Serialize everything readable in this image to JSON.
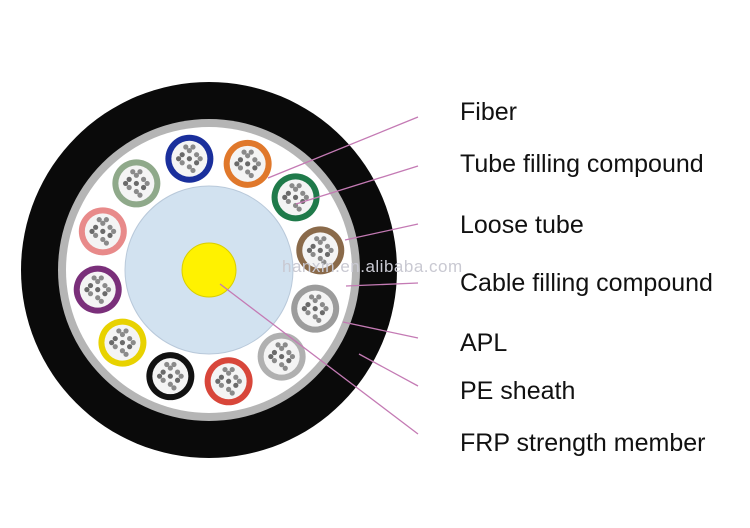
{
  "labels": {
    "fiber": "Fiber",
    "tube_filling_compound": "Tube filling compound",
    "loose_tube": "Loose tube",
    "cable_filling_compound": "Cable filling compound",
    "apl": "APL",
    "pe_sheath": "PE sheath",
    "frp_strength_member": "FRP strength member"
  },
  "watermark": "hanxin.en.alibaba.com",
  "colors": {
    "pe_sheath": "#0a0a0a",
    "apl": "#b5b5b5",
    "cable_filling_compound": "#ffffff",
    "core_compound": "#d2e2f0",
    "frp": "#fff200",
    "leader": "#c47ab4"
  },
  "loose_tubes": [
    {
      "color": "#1a2f9c"
    },
    {
      "color": "#e0782b"
    },
    {
      "color": "#1f7a4a"
    },
    {
      "color": "#8a6a4a"
    },
    {
      "color": "#9c9c9c"
    },
    {
      "color": "#b0b0b0"
    },
    {
      "color": "#d8463a"
    },
    {
      "color": "#111111"
    },
    {
      "color": "#e8d200"
    },
    {
      "color": "#7a2f7a"
    },
    {
      "color": "#e88a8a"
    },
    {
      "color": "#8fa98a"
    }
  ]
}
